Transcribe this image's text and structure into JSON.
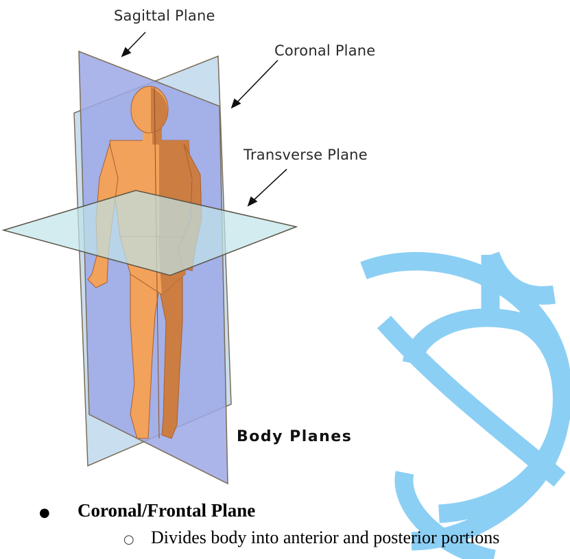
{
  "figure": {
    "labels": {
      "sagittal": "Sagittal Plane",
      "coronal": "Coronal Plane",
      "transverse": "Transverse Plane"
    },
    "caption": "Body Planes"
  },
  "list": {
    "heading": "Coronal/Frontal Plane",
    "subitem": "Divides body into anterior and posterior portions"
  },
  "colors": {
    "watermark": "#8ccff4",
    "sagittal_plane": "#9ea8e6",
    "coronal_plane": "#bfd8ec",
    "transverse_plane": "#bfe4ea",
    "skin": "#f2a25a",
    "skin_shadow": "#cc7d42"
  }
}
